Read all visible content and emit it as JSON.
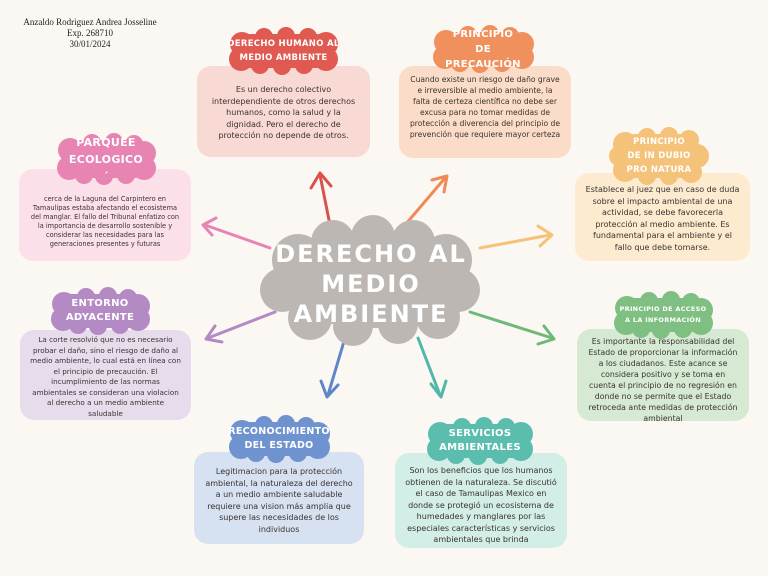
{
  "author": {
    "name": "Anzaldo Rodriguez Andrea Josseline",
    "exp": "Exp. 268710",
    "date": "30/01/2024"
  },
  "center": {
    "title": "DERECHO AL MEDIO AMBIENTE",
    "color": "#bdb7b3"
  },
  "nodes": {
    "derecho_humano": {
      "title": "DERECHO HUMANO AL MEDIO AMBIENTE",
      "text": "Es un derecho colectivo interdependiente de otros derechos humanos, como la salud y la dignidad. Pero el derecho de protección no depende de otros.",
      "title_color": "#e05a52",
      "box_color": "#f8d9d4"
    },
    "precaucion": {
      "title": "PRINCIPIO DE PRECAUCIÓN",
      "text": "Cuando existe un riesgo de daño grave e irreversible al medio ambiente, la falta de certeza científica no debe ser excusa para no tomar medidas de protección a diverencia del principio de prevención que requiere mayor certeza",
      "title_color": "#f0905c",
      "box_color": "#fbdcc8"
    },
    "in_dubio": {
      "title": "PRINCIPIO DE IN DUBIO PRO NATURA",
      "text": "Establece al juez que en caso de duda sobre el impacto ambiental de una actividad, se debe favorecerla protección al medio ambiente. Es fundamental para el ambiente y el fallo que debe tomarse.",
      "title_color": "#f5c27a",
      "box_color": "#fdebcf"
    },
    "acceso": {
      "title": "PRINCIPIO DE ACCESO A LA INFORMACIÓN",
      "text": "Es importante la responsabilidad del Estado de proporcionar la información a los ciudadanos. Este acance se considera positivo y se toma en cuenta el principio de no regresión en donde no se permite que el Estado retroceda ante medidas de protección ambiental",
      "title_color": "#7fbf82",
      "box_color": "#d6ead3"
    },
    "servicios": {
      "title": "SERVICIOS AMBIENTALES",
      "text": "Son los beneficios que los humanos obtienen de la naturaleza. Se discutió el caso de Tamaulipas Mexico en donde se protegió un ecosistema de humedades y manglares por las especiales características y servicios ambientales que brinda",
      "title_color": "#5bbdae",
      "box_color": "#d3ede7"
    },
    "reconocimiento": {
      "title": "RECONOCIMIENTO DEL ESTADO",
      "text": "Legitimacion para la protección ambiental, la naturaleza del derecho a un medio ambiente saludable requiere una vision más amplia que supere las necesidades de los individuos",
      "title_color": "#6f93cf",
      "box_color": "#d6e1f1"
    },
    "entorno": {
      "title": "ENTORNO ADYACENTE",
      "text": "La corte resolvió que no es necesario probar el daño, sino el riesgo de daño al medio ambiente, lo cual está en línea con el principio de precaución. El incumplimiento de las normas ambientales se consideran una violacion al derecho a un medio ambiente saludable",
      "title_color": "#b48ac4",
      "box_color": "#e7dcec"
    },
    "parquee": {
      "title": "PARQUEE ECOLOGICO ´",
      "text": "cerca de la Laguna del Carpintero en Tamaulipas estaba afectando el ecosistema del manglar. El fallo del Tribunal enfatizo con la importancia de desarrollo sostenible y considerar las necesidades para las generaciones presentes y futuras",
      "title_color": "#e784b2",
      "box_color": "#fbe0ea"
    }
  }
}
